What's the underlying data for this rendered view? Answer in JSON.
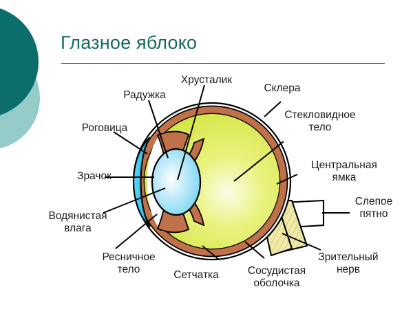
{
  "slide": {
    "title": "Глазное яблоко",
    "background_color": "#ffffff",
    "title_color": "#186a63"
  },
  "decor": {
    "circle_dark_color": "#0c6e6b",
    "circle_light_color": "#95cbc9"
  },
  "diagram": {
    "name": "eyeball-cross-section",
    "colors": {
      "sclera": "#ffffff",
      "choroid": "#c0714a",
      "vitreous": "#d9e84e",
      "vitreous_highlight": "#fbfde4",
      "cornea": "#3dc9ee",
      "lens": "#9fe0f5",
      "lens_highlight": "#ffffff",
      "iris": "#c0714a",
      "optic_nerve": "#efeaa8",
      "outline": "#000000"
    },
    "labels": [
      {
        "id": "lens",
        "text": "Хрусталик"
      },
      {
        "id": "iris",
        "text": "Радужка"
      },
      {
        "id": "sclera",
        "text": "Склера"
      },
      {
        "id": "cornea",
        "text": "Роговица"
      },
      {
        "id": "vitreous",
        "text": "Стекловидное\nтело"
      },
      {
        "id": "pupil",
        "text": "Зрачок"
      },
      {
        "id": "fovea",
        "text": "Центральная\nямка"
      },
      {
        "id": "aqueous",
        "text": "Водянистая\nвлага"
      },
      {
        "id": "blind-spot",
        "text": "Слепое\nпятно"
      },
      {
        "id": "ciliary-body",
        "text": "Ресничное\nтело"
      },
      {
        "id": "retina",
        "text": "Сетчатка"
      },
      {
        "id": "choroid",
        "text": "Сосудистая\nоболочка"
      },
      {
        "id": "optic-nerve",
        "text": "Зрительный\nнерв"
      }
    ]
  }
}
